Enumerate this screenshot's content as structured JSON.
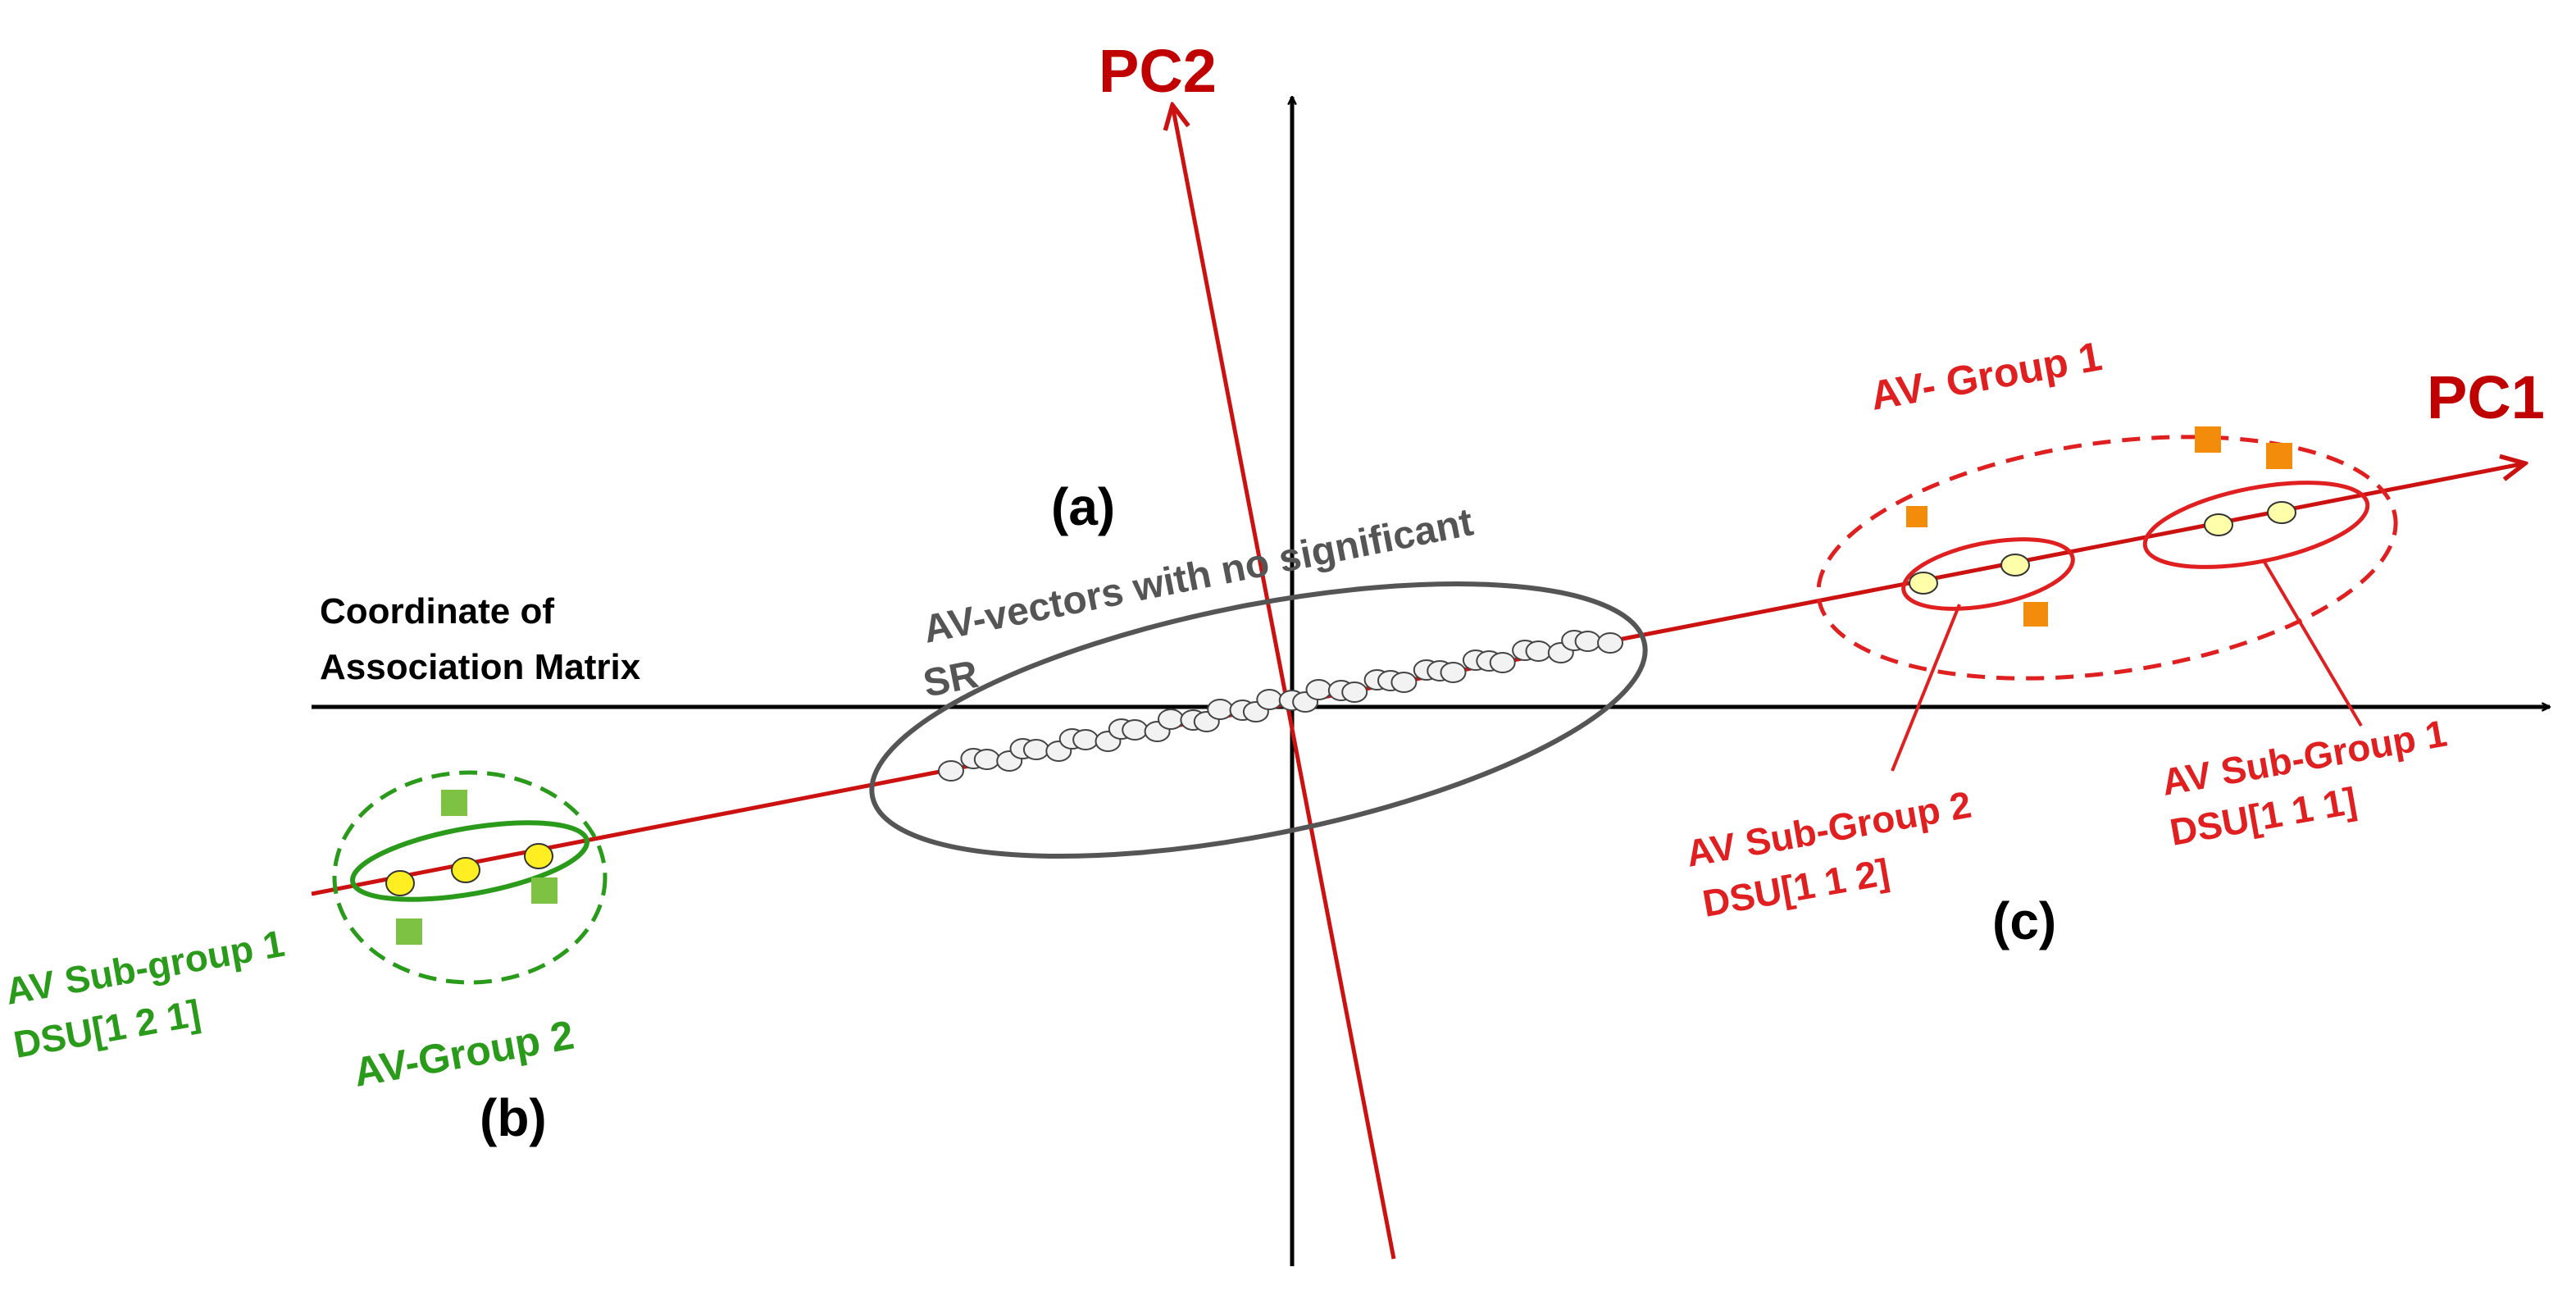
{
  "axes": {
    "pc1_label": "PC1",
    "pc2_label": "PC2",
    "coordinate_label_line1": "Coordinate of",
    "coordinate_label_line2": "Association Matrix"
  },
  "panel_labels": {
    "a": "(a)",
    "b": "(b)",
    "c": "(c)"
  },
  "center_group": {
    "label_line1": "AV-vectors with no significant",
    "label_line2": "SR"
  },
  "group1": {
    "label": "AV- Group 1",
    "subgroup1_line1": "AV Sub-Group 1",
    "subgroup1_line2": "DSU[1 1 1]",
    "subgroup2_line1": "AV Sub-Group 2",
    "subgroup2_line2": "DSU[1 1 2]"
  },
  "group2": {
    "label": "AV-Group 2",
    "subgroup1_line1": "AV Sub-group 1",
    "subgroup1_line2": "DSU[1 2 1]"
  },
  "colors": {
    "axis_black": "#000000",
    "pc_red": "#cc1111",
    "group1_red": "#e02020",
    "group2_green": "#2a9a1a",
    "center_gray": "#555555",
    "point_yellow": "#ffee22",
    "point_light_yellow": "#ffffaa",
    "square_orange": "#f28c0a",
    "square_green": "#7dc242"
  }
}
